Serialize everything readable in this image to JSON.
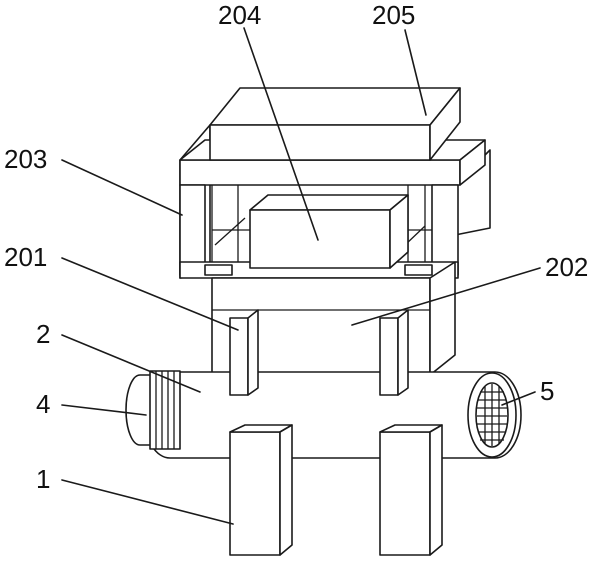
{
  "labels": {
    "l204": "204",
    "l205": "205",
    "l203": "203",
    "l201": "201",
    "l202": "202",
    "l2": "2",
    "l4": "4",
    "l5": "5",
    "l1": "1"
  }
}
